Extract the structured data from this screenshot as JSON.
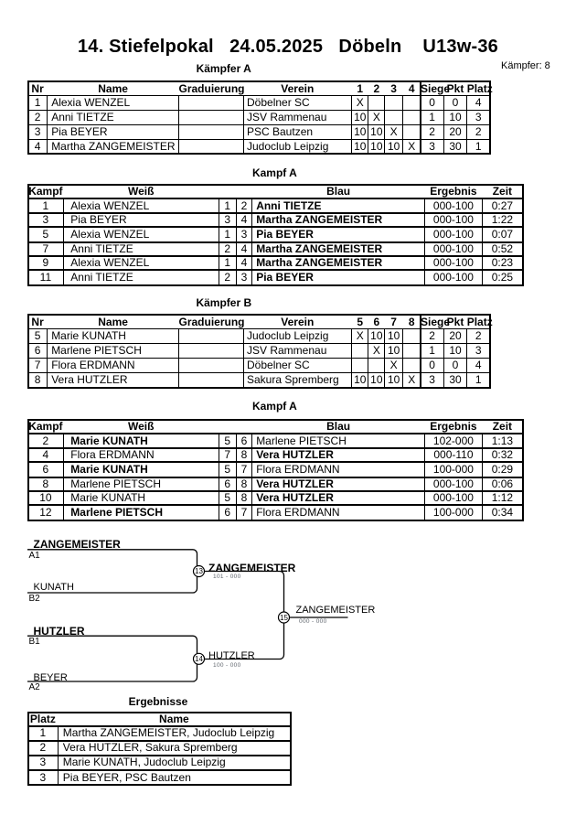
{
  "page": {
    "title": "14. Stiefelpokal   24.05.2025   Döbeln    U13w-36",
    "fighters_count": "Kämpfer: 8"
  },
  "sections": {
    "kaempfer_a": "Kämpfer A",
    "kampf_a_1": "Kampf A",
    "kaempfer_b": "Kämpfer B",
    "kampf_a_2": "Kampf A",
    "ergebnisse": "Ergebnisse"
  },
  "fighter_table_a": {
    "headers": [
      "Nr",
      "Name",
      "Graduierung",
      "Verein",
      "1",
      "2",
      "3",
      "4",
      "Siege",
      "Pkt",
      "Platz"
    ],
    "rows": [
      [
        "1",
        "Alexia WENZEL",
        "",
        "Döbelner SC",
        "X",
        "",
        "",
        "",
        "0",
        "0",
        "4"
      ],
      [
        "2",
        "Anni TIETZE",
        "",
        "JSV Rammenau",
        "10",
        "X",
        "",
        "",
        "1",
        "10",
        "3"
      ],
      [
        "3",
        "Pia BEYER",
        "",
        "PSC Bautzen",
        "10",
        "10",
        "X",
        "",
        "2",
        "20",
        "2"
      ],
      [
        "4",
        "Martha ZANGEMEISTER",
        "",
        "Judoclub Leipzig",
        "10",
        "10",
        "10",
        "X",
        "3",
        "30",
        "1"
      ]
    ]
  },
  "match_table_1": {
    "headers": [
      "Kampf",
      "Weiß",
      "",
      "",
      "Blau",
      "Ergebnis",
      "Zeit"
    ],
    "rows": [
      {
        "kampf": "1",
        "weiss": "Alexia WENZEL",
        "n1": "1",
        "n2": "2",
        "blau": "Anni TIETZE",
        "winner": "blau",
        "ergebnis": "000-100",
        "zeit": "0:27"
      },
      {
        "kampf": "3",
        "weiss": "Pia BEYER",
        "n1": "3",
        "n2": "4",
        "blau": "Martha ZANGEMEISTER",
        "winner": "blau",
        "ergebnis": "000-100",
        "zeit": "1:22"
      },
      {
        "kampf": "5",
        "weiss": "Alexia WENZEL",
        "n1": "1",
        "n2": "3",
        "blau": "Pia BEYER",
        "winner": "blau",
        "ergebnis": "000-100",
        "zeit": "0:07"
      },
      {
        "kampf": "7",
        "weiss": "Anni TIETZE",
        "n1": "2",
        "n2": "4",
        "blau": "Martha ZANGEMEISTER",
        "winner": "blau",
        "ergebnis": "000-100",
        "zeit": "0:52"
      },
      {
        "kampf": "9",
        "weiss": "Alexia WENZEL",
        "n1": "1",
        "n2": "4",
        "blau": "Martha ZANGEMEISTER",
        "winner": "blau",
        "ergebnis": "000-100",
        "zeit": "0:23"
      },
      {
        "kampf": "11",
        "weiss": "Anni TIETZE",
        "n1": "2",
        "n2": "3",
        "blau": "Pia BEYER",
        "winner": "blau",
        "ergebnis": "000-100",
        "zeit": "0:25"
      }
    ]
  },
  "fighter_table_b": {
    "headers": [
      "Nr",
      "Name",
      "Graduierung",
      "Verein",
      "5",
      "6",
      "7",
      "8",
      "Siege",
      "Pkt",
      "Platz"
    ],
    "rows": [
      [
        "5",
        "Marie KUNATH",
        "",
        "Judoclub Leipzig",
        "X",
        "10",
        "10",
        "",
        "2",
        "20",
        "2"
      ],
      [
        "6",
        "Marlene PIETSCH",
        "",
        "JSV Rammenau",
        "",
        "X",
        "10",
        "",
        "1",
        "10",
        "3"
      ],
      [
        "7",
        "Flora ERDMANN",
        "",
        "Döbelner SC",
        "",
        "",
        "X",
        "",
        "0",
        "0",
        "4"
      ],
      [
        "8",
        "Vera HUTZLER",
        "",
        "Sakura Spremberg",
        "10",
        "10",
        "10",
        "X",
        "3",
        "30",
        "1"
      ]
    ]
  },
  "match_table_2": {
    "headers": [
      "Kampf",
      "Weiß",
      "",
      "",
      "Blau",
      "Ergebnis",
      "Zeit"
    ],
    "rows": [
      {
        "kampf": "2",
        "weiss": "Marie KUNATH",
        "n1": "5",
        "n2": "6",
        "blau": "Marlene PIETSCH",
        "winner": "weiss",
        "ergebnis": "102-000",
        "zeit": "1:13"
      },
      {
        "kampf": "4",
        "weiss": "Flora ERDMANN",
        "n1": "7",
        "n2": "8",
        "blau": "Vera HUTZLER",
        "winner": "blau",
        "ergebnis": "000-110",
        "zeit": "0:32"
      },
      {
        "kampf": "6",
        "weiss": "Marie KUNATH",
        "n1": "5",
        "n2": "7",
        "blau": "Flora ERDMANN",
        "winner": "weiss",
        "ergebnis": "100-000",
        "zeit": "0:29"
      },
      {
        "kampf": "8",
        "weiss": "Marlene PIETSCH",
        "n1": "6",
        "n2": "8",
        "blau": "Vera HUTZLER",
        "winner": "blau",
        "ergebnis": "000-100",
        "zeit": "0:06"
      },
      {
        "kampf": "10",
        "weiss": "Marie KUNATH",
        "n1": "5",
        "n2": "8",
        "blau": "Vera HUTZLER",
        "winner": "blau",
        "ergebnis": "000-100",
        "zeit": "1:12"
      },
      {
        "kampf": "12",
        "weiss": "Marlene PIETSCH",
        "n1": "6",
        "n2": "7",
        "blau": "Flora ERDMANN",
        "winner": "weiss",
        "ergebnis": "100-000",
        "zeit": "0:34"
      }
    ]
  },
  "bracket": {
    "entries": [
      {
        "name": "ZANGEMEISTER",
        "seed": "A1",
        "bold": true
      },
      {
        "name": "KUNATH",
        "seed": "B2",
        "bold": false
      },
      {
        "name": "HUTZLER",
        "seed": "B1",
        "bold": true
      },
      {
        "name": "BEYER",
        "seed": "A2",
        "bold": false
      }
    ],
    "matches": [
      {
        "number": "13",
        "winner": "ZANGEMEISTER",
        "score": "101 - 000",
        "bold": true
      },
      {
        "number": "14",
        "winner": "HUTZLER",
        "score": "100 - 000",
        "bold": false
      },
      {
        "number": "15",
        "winner": "ZANGEMEISTER",
        "score": "000 - 000",
        "bold": false
      }
    ]
  },
  "results_table": {
    "headers": [
      "Platz",
      "Name"
    ],
    "rows": [
      {
        "platz": "1",
        "name": "Martha ZANGEMEISTER, Judoclub Leipzig"
      },
      {
        "platz": "2",
        "name": "Vera HUTZLER, Sakura Spremberg"
      },
      {
        "platz": "3",
        "name": "Marie KUNATH, Judoclub Leipzig"
      },
      {
        "platz": "3",
        "name": "Pia BEYER, PSC Bautzen"
      }
    ]
  }
}
